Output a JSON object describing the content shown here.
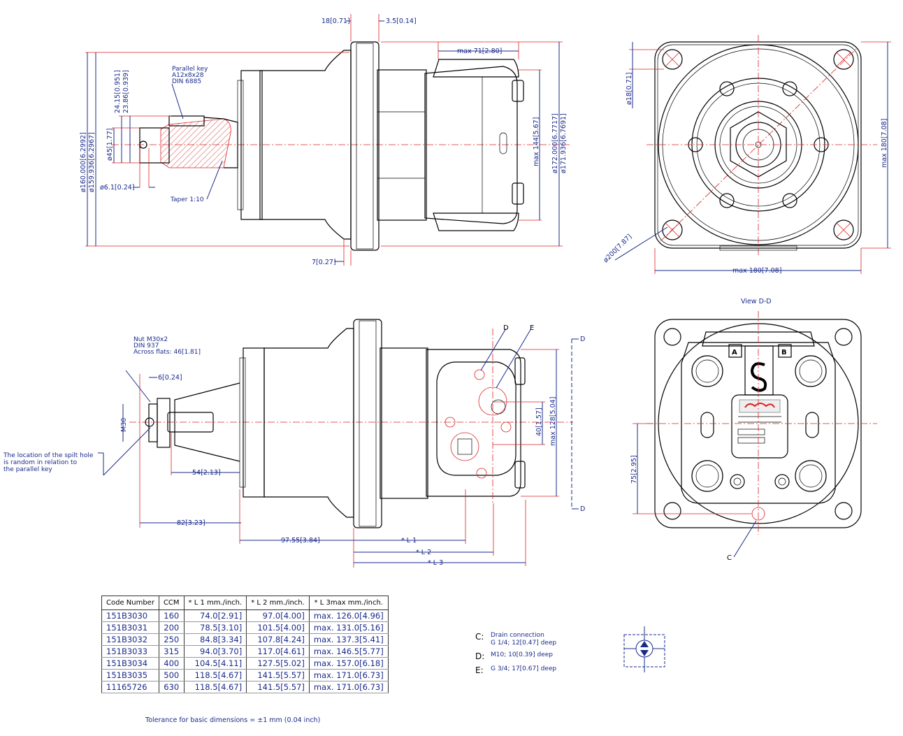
{
  "top_view": {
    "dims": {
      "flange_thk": "18[0.71]",
      "step": "3.5[0.14]",
      "max_len_top": "max 71[2.80]",
      "pilot_dia_a": "ø160.000[6.2992]",
      "pilot_dia_b": "ø159.936[6.2967]",
      "key_h_a": "24.15[0.951]",
      "key_h_b": "23.86[0.939]",
      "shaft_dia": "ø45[1.77]",
      "hole_dia": "ø6.1[0.24]",
      "max_h": "max 144[5.67]",
      "body_dia_a": "ø172.000[6.7717]",
      "body_dia_b": "ø171.936[6.7691]",
      "flange_step": "7[0.27]"
    },
    "notes": {
      "key_title": "Parallel key",
      "key_size": "A12x8x28",
      "key_std": "DIN 6885",
      "taper": "Taper 1:10"
    }
  },
  "front_view": {
    "dims": {
      "hole": "ø18[0.71]",
      "bolt_circle": "ø200[7.87]",
      "max_w": "max 180[7.08]",
      "max_h": "max 180[7.08]"
    }
  },
  "side_view": {
    "dims": {
      "wash": "6[0.24]",
      "thread": "M30",
      "shaft_len": "54[2.13]",
      "total_shaft": "82[3.23]",
      "ref_len": "97.55[3.84]",
      "port_sep": "40[1.57]",
      "max_h": "max 128[5.04]"
    },
    "notes": {
      "nut_1": "Nut M30x2",
      "nut_2": "DIN 937",
      "nut_3": "Across flats: 46[1.81]",
      "split_1": "The location of the spilt hole",
      "split_2": "is random in relation to",
      "split_3": "the parallel key"
    },
    "labels": {
      "d": "D",
      "e": "E",
      "d_right": "D",
      "l1": "* L 1",
      "l2": "* L 2",
      "l3": "* L 3"
    }
  },
  "back_view": {
    "title": "View D-D",
    "port_a": "A",
    "port_b": "B",
    "dim": "75[2.95]",
    "label_c": "C"
  },
  "table": {
    "headers": [
      "Code Number",
      "CCM",
      "* L 1 mm./inch.",
      "* L 2 mm./inch.",
      "* L 3max mm./inch."
    ],
    "rows": [
      [
        "151B3030",
        "160",
        "74.0[2.91]",
        "97.0[4.00]",
        "max. 126.0[4.96]"
      ],
      [
        "151B3031",
        "200",
        "78.5[3.10]",
        "101.5[4.00]",
        "max. 131.0[5.16]"
      ],
      [
        "151B3032",
        "250",
        "84.8[3.34]",
        "107.8[4.24]",
        "max. 137.3[5.41]"
      ],
      [
        "151B3033",
        "315",
        "94.0[3.70]",
        "117.0[4.61]",
        "max. 146.5[5.77]"
      ],
      [
        "151B3034",
        "400",
        "104.5[4.11]",
        "127.5[5.02]",
        "max. 157.0[6.18]"
      ],
      [
        "151B3035",
        "500",
        "118.5[4.67]",
        "141.5[5.57]",
        "max. 171.0[6.73]"
      ],
      [
        "11165726",
        "630",
        "118.5[4.67]",
        "141.5[5.57]",
        "max. 171.0[6.73]"
      ]
    ]
  },
  "connections": {
    "c_key": "C:",
    "c_1": "Drain connection",
    "c_2": "G 1/4; 12[0.47] deep",
    "d_key": "D:",
    "d_1": "M10; 10[0.39] deep",
    "e_key": "E:",
    "e_1": "G 3/4; 17[0.67] deep"
  },
  "tolerance": "Tolerance for basic dimensions = ±1 mm (0.04 inch)",
  "colors": {
    "dimension": "#1a2a8a",
    "centerline": "#dd2222",
    "outline": "#000000"
  }
}
